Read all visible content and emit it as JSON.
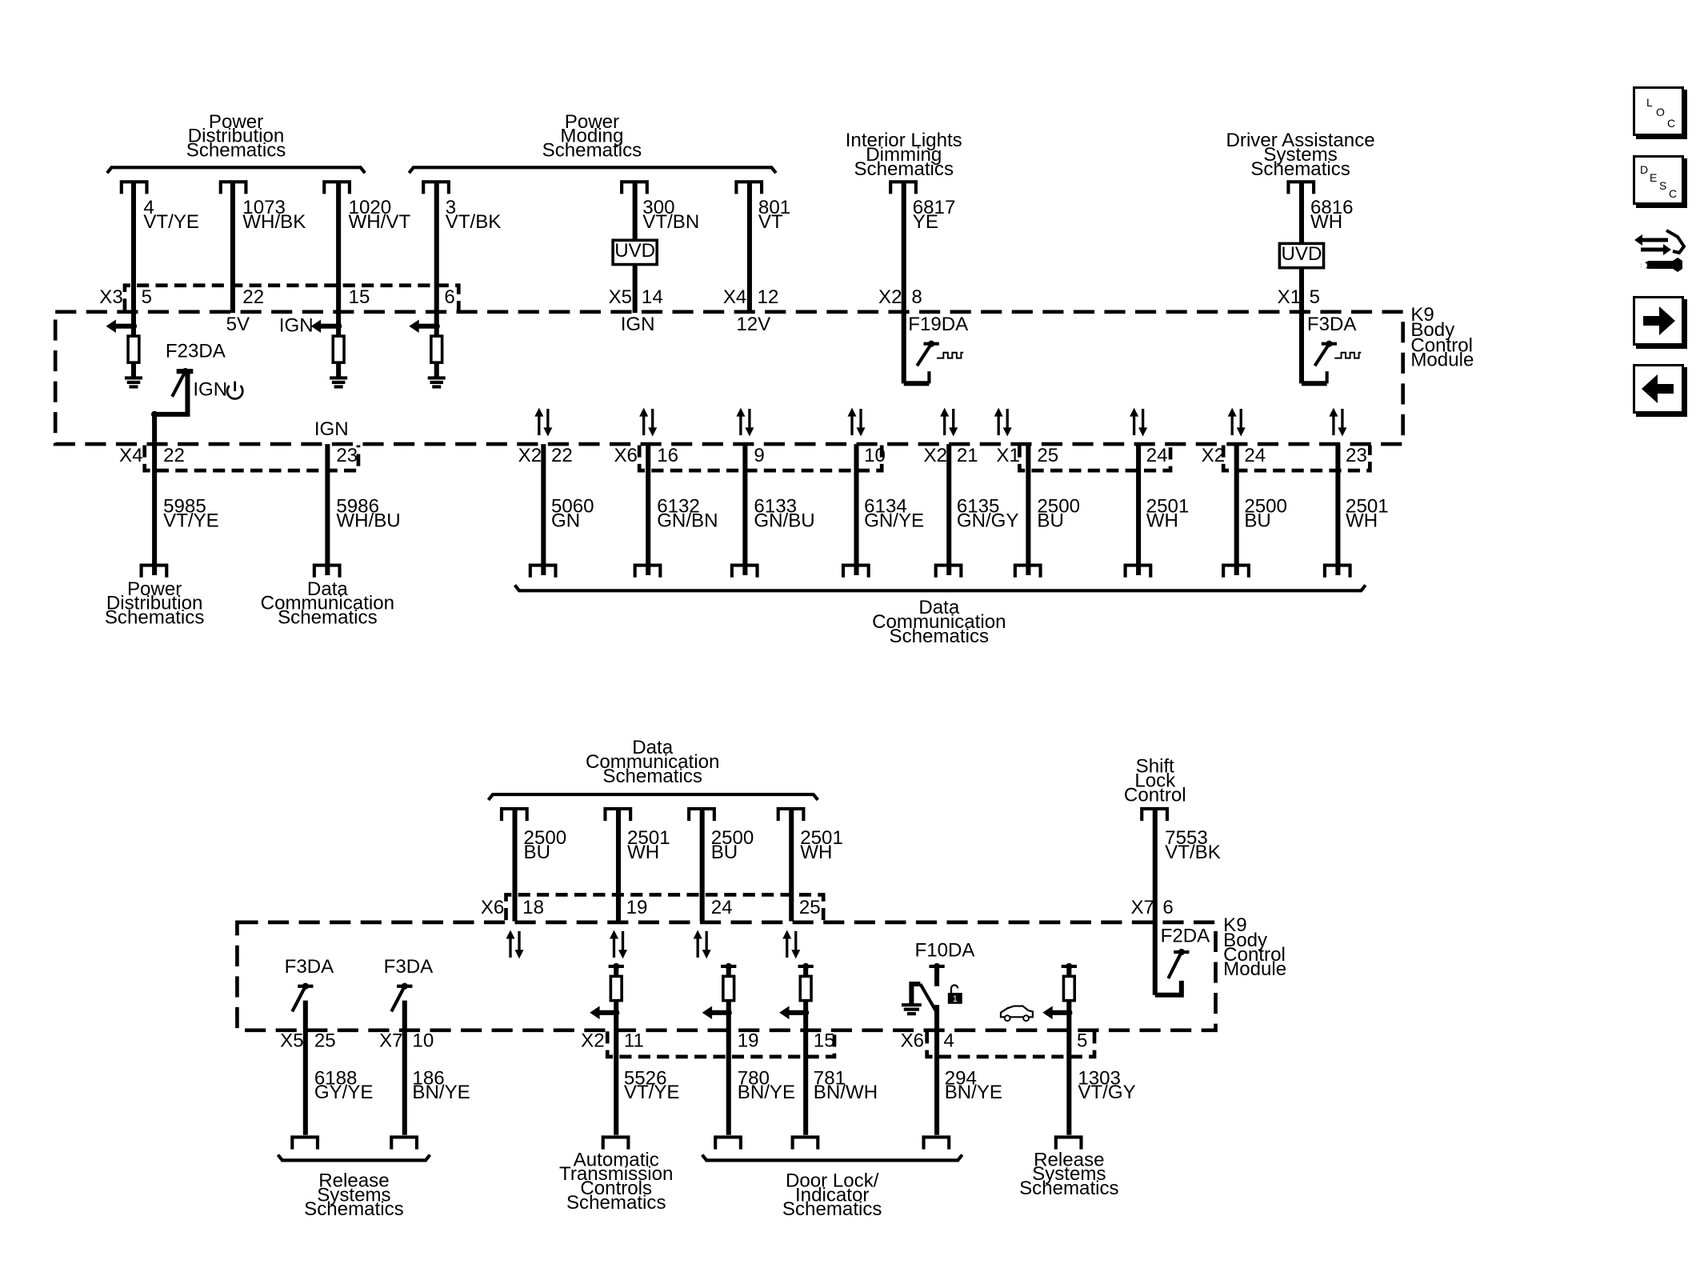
{
  "nav": {
    "loc": {
      "l1": "L",
      "l2": "O",
      "l3": "C"
    },
    "desc": {
      "l1": "D",
      "l2": "E",
      "l3": "S",
      "l4": "C"
    },
    "icons": [
      "loc-button-icon",
      "desc-button-icon",
      "connector-service-icon",
      "next-page-arrow-icon",
      "previous-page-arrow-icon"
    ]
  },
  "top": {
    "dest_power_distribution": "Power Distribution Schematics",
    "dest_power_moding": "Power Moding Schematics",
    "dest_interior_lights": "Interior Lights Dimming Schematics",
    "dest_driver_assistance": "Driver Assistance Systems Schematics",
    "module": "K9 Body Control Module",
    "fuse_f23da": "F23DA",
    "fuse_f19da": "F19DA",
    "fuse_f3da": "F3DA",
    "uvd": "UVD",
    "ign": "IGN",
    "v5": "5V",
    "v12": "12V",
    "upper_wires": [
      {
        "circuit": "4",
        "color": "VT/YE",
        "pin": "5",
        "conn": "X3"
      },
      {
        "circuit": "1073",
        "color": "WH/BK",
        "pin": "22",
        "conn": ""
      },
      {
        "circuit": "1020",
        "color": "WH/VT",
        "pin": "15",
        "conn": ""
      },
      {
        "circuit": "3",
        "color": "VT/BK",
        "pin": "6",
        "conn": ""
      },
      {
        "circuit": "300",
        "color": "VT/BN",
        "pin": "14",
        "conn": "X5"
      },
      {
        "circuit": "801",
        "color": "VT",
        "pin": "12",
        "conn": "X4"
      },
      {
        "circuit": "6817",
        "color": "YE",
        "pin": "8",
        "conn": "X2"
      },
      {
        "circuit": "6816",
        "color": "WH",
        "pin": "5",
        "conn": "X1"
      }
    ],
    "lower_wires": [
      {
        "circuit": "5985",
        "color": "VT/YE",
        "pin": "22",
        "conn": "X4"
      },
      {
        "circuit": "5986",
        "color": "WH/BU",
        "pin": "23",
        "conn": ""
      },
      {
        "circuit": "5060",
        "color": "GN",
        "pin": "22",
        "conn": "X2"
      },
      {
        "circuit": "6132",
        "color": "GN/BN",
        "pin": "16",
        "conn": "X6"
      },
      {
        "circuit": "6133",
        "color": "GN/BU",
        "pin": "9",
        "conn": ""
      },
      {
        "circuit": "6134",
        "color": "GN/YE",
        "pin": "10",
        "conn": ""
      },
      {
        "circuit": "6135",
        "color": "GN/GY",
        "pin": "21",
        "conn": "X2"
      },
      {
        "circuit": "2500",
        "color": "BU",
        "pin": "25",
        "conn": "X1"
      },
      {
        "circuit": "2501",
        "color": "WH",
        "pin": "24",
        "conn": ""
      },
      {
        "circuit": "2500",
        "color": "BU",
        "pin": "24",
        "conn": "X2"
      },
      {
        "circuit": "2501",
        "color": "WH",
        "pin": "23",
        "conn": ""
      }
    ],
    "dest_bottom_power": "Power Distribution Schematics",
    "dest_bottom_data": "Data Communication Schematics",
    "dest_bottom_data_group": "Data Communication Schematics"
  },
  "bottom": {
    "dest_data": "Data Communication Schematics",
    "dest_shift_lock": "Shift Lock Control Schematics",
    "module": "K9 Body Control Module",
    "fuse_f3da": "F3DA",
    "fuse_f10da": "F10DA",
    "fuse_f2da": "F2DA",
    "lock_badge": "1",
    "upper_wires": [
      {
        "circuit": "2500",
        "color": "BU",
        "pin": "18",
        "conn": "X6"
      },
      {
        "circuit": "2501",
        "color": "WH",
        "pin": "19",
        "conn": ""
      },
      {
        "circuit": "2500",
        "color": "BU",
        "pin": "24",
        "conn": ""
      },
      {
        "circuit": "2501",
        "color": "WH",
        "pin": "25",
        "conn": ""
      },
      {
        "circuit": "7553",
        "color": "VT/BK",
        "pin": "6",
        "conn": "X7"
      }
    ],
    "lower_wires": [
      {
        "circuit": "6188",
        "color": "GY/YE",
        "pin": "25",
        "conn": "X5"
      },
      {
        "circuit": "186",
        "color": "BN/YE",
        "pin": "10",
        "conn": "X7"
      },
      {
        "circuit": "5526",
        "color": "VT/YE",
        "pin": "11",
        "conn": "X2"
      },
      {
        "circuit": "780",
        "color": "BN/YE",
        "pin": "19",
        "conn": ""
      },
      {
        "circuit": "781",
        "color": "BN/WH",
        "pin": "15",
        "conn": ""
      },
      {
        "circuit": "294",
        "color": "BN/YE",
        "pin": "4",
        "conn": "X6"
      },
      {
        "circuit": "1303",
        "color": "VT/GY",
        "pin": "5",
        "conn": ""
      }
    ],
    "dest_release": "Release Systems Schematics",
    "dest_atc": "Automatic Transmission Controls Schematics",
    "dest_door_lock": "Door Lock/ Indicator Schematics",
    "dest_release2": "Release Systems Schematics"
  }
}
